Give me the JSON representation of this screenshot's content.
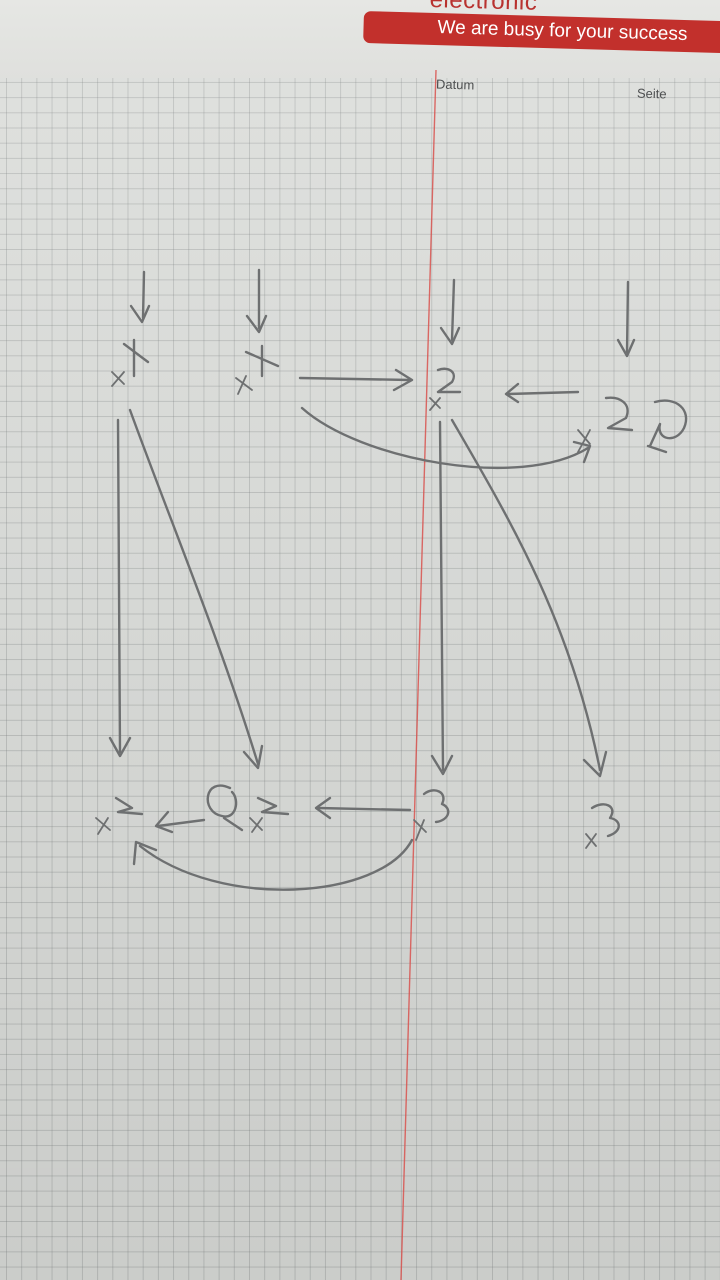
{
  "header": {
    "brand_partial": "electronic",
    "slogan": "We are busy for your success",
    "accent_color": "#c2302c",
    "columns": {
      "date_label": "Datum",
      "page_label": "Seite"
    }
  },
  "paper": {
    "type": "graph-paper",
    "margin_line_color": "#d9534f"
  }
}
